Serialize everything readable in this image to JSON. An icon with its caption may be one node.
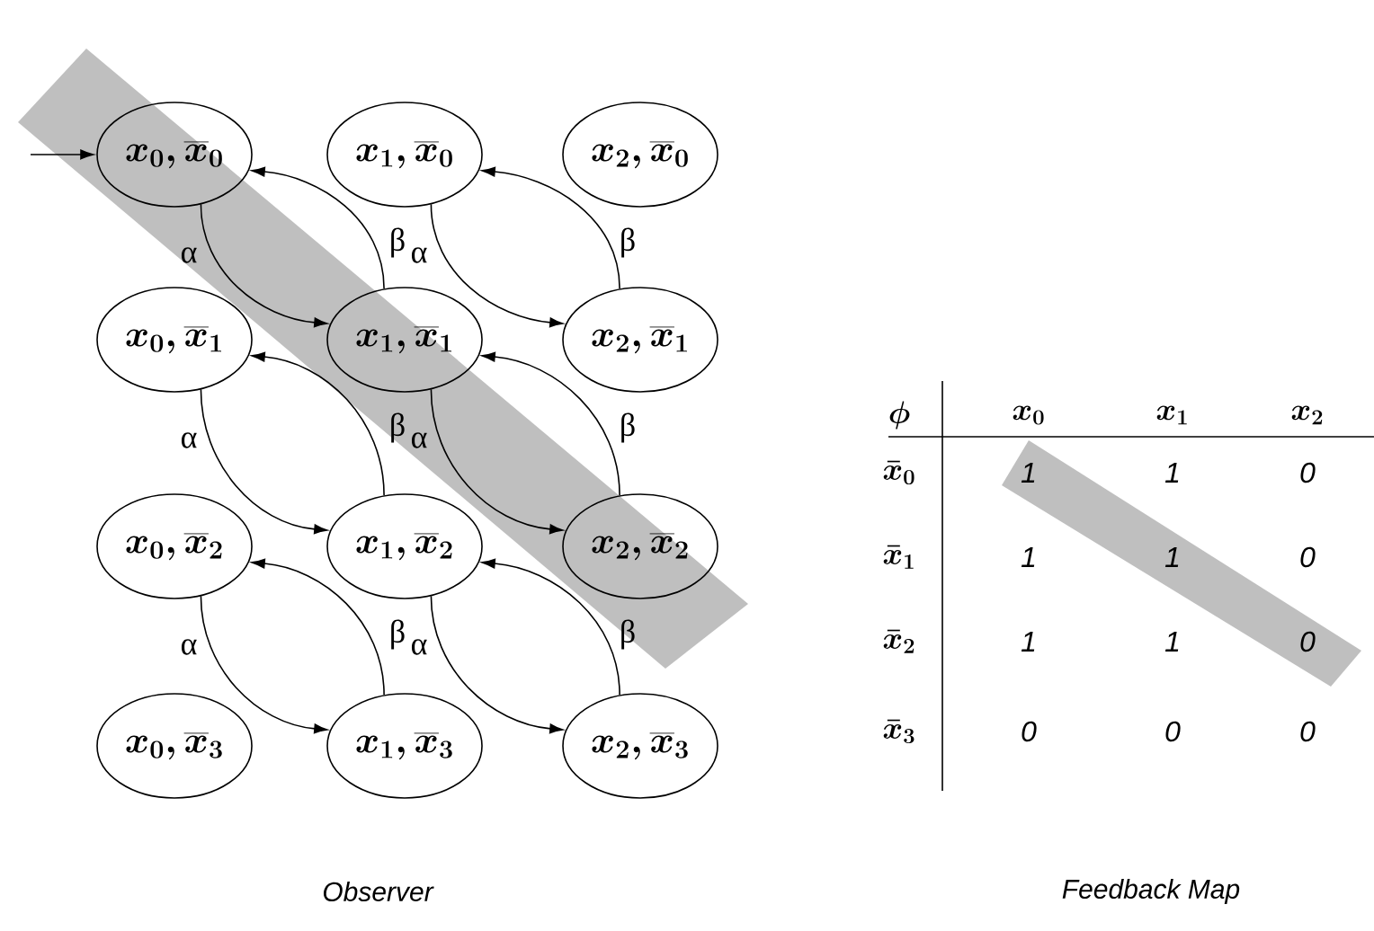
{
  "diagram": {
    "nodes": [
      {
        "text": [
          "x_{0} , \\overline{x}_{0}"
        ]
      },
      {
        "text": [
          "x_{1} , \\overline{x}_{0}"
        ]
      },
      {
        "text": [
          "x_{2} , \\overline{x}_{0}"
        ]
      },
      {
        "text": [
          "x_{0} , \\overline{x}_{1}"
        ]
      },
      {
        "text": [
          "x_{1} , \\overline{x}_{1}"
        ]
      },
      {
        "text": [
          "x_{2} , \\overline{x}_{1}"
        ]
      },
      {
        "text": [
          "x_{0} , \\overline{x}_{2}"
        ]
      },
      {
        "text": [
          "x_{1} , \\overline{x}_{2}"
        ]
      },
      {
        "text": [
          "x_{2} , \\overline{x}_{2}"
        ]
      },
      {
        "text": [
          "x_{0} , \\overline{x}_{3}"
        ]
      },
      {
        "text": [
          "x_{1} , \\overline{x}_{3}"
        ]
      },
      {
        "text": [
          "x_{2} , \\overline{x}_{3}"
        ]
      }
    ],
    "edges": [
      {
        "from": null,
        "to": 0,
        "arrow": "to"
      },
      {
        "from": 0,
        "to": 4,
        "arrow": "to",
        "label": "α"
      },
      {
        "from": 4,
        "to": 0,
        "arrow": "to",
        "label": "β"
      },
      {
        "from": 1,
        "to": 5,
        "arrow": "to",
        "label": "α"
      },
      {
        "from": 5,
        "to": 1,
        "arrow": "to",
        "label": "β"
      },
      {
        "from": 3,
        "to": 7,
        "arrow": "to",
        "label": "α"
      },
      {
        "from": 7,
        "to": 3,
        "arrow": "to",
        "label": "β"
      },
      {
        "from": 4,
        "to": 8,
        "arrow": "to",
        "label": "α"
      },
      {
        "from": 8,
        "to": 4,
        "arrow": "to",
        "label": "β"
      },
      {
        "from": 6,
        "to": 10,
        "arrow": "to",
        "label": "α"
      },
      {
        "from": 10,
        "to": 6,
        "arrow": "to",
        "label": "β"
      },
      {
        "from": 7,
        "to": 11,
        "arrow": "to",
        "label": "α"
      },
      {
        "from": 11,
        "to": 7,
        "arrow": "to",
        "label": "β"
      }
    ],
    "labels": [
      "\\phi",
      "x_{0}",
      "x_{1}",
      "x_{2}",
      "\\bar{x}_{0}",
      "1",
      "1",
      "0",
      "\\bar{x}_{1}",
      "1",
      "1",
      "0",
      "\\bar{x}_{2}",
      "1",
      "1",
      "0",
      "\\bar{x}_{3}",
      "0",
      "0",
      "0",
      "Observer",
      "Feedback Map"
    ]
  }
}
